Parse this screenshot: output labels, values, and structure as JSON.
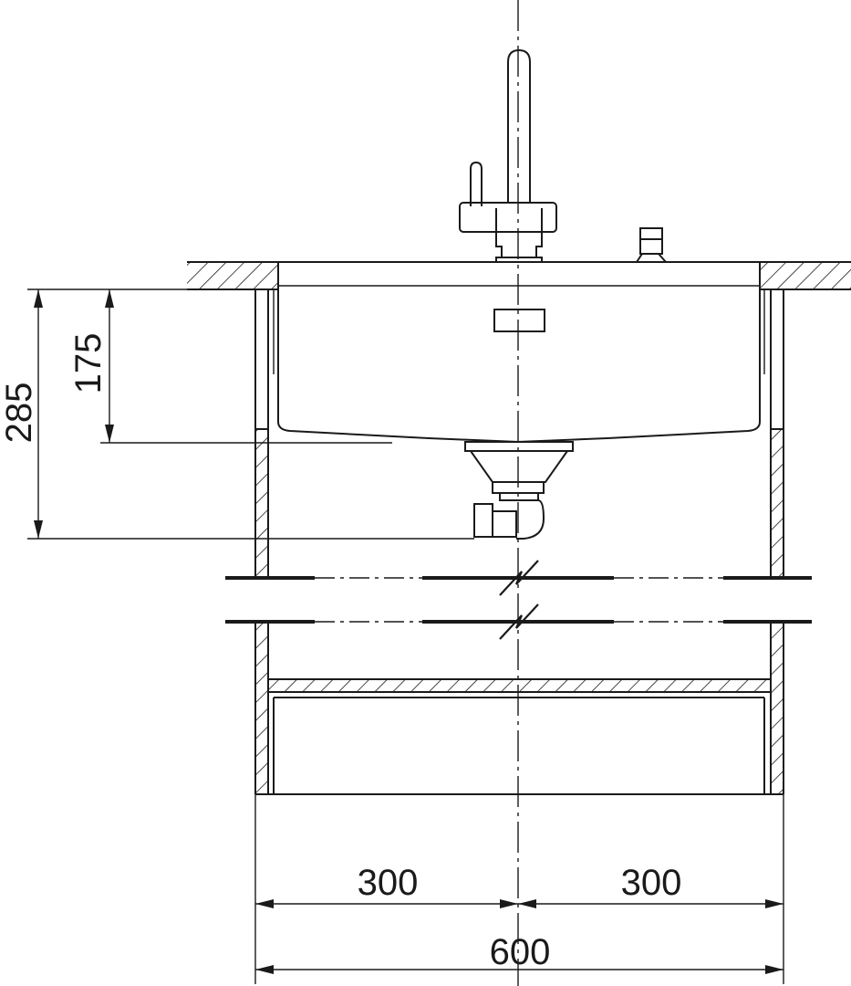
{
  "drawing": {
    "line_color": "#1a1a1a",
    "background": "#ffffff"
  },
  "dimensions": {
    "overall_depth": "285",
    "bowl_depth": "175",
    "left_half_width": "300",
    "right_half_width": "300",
    "total_width": "600"
  }
}
